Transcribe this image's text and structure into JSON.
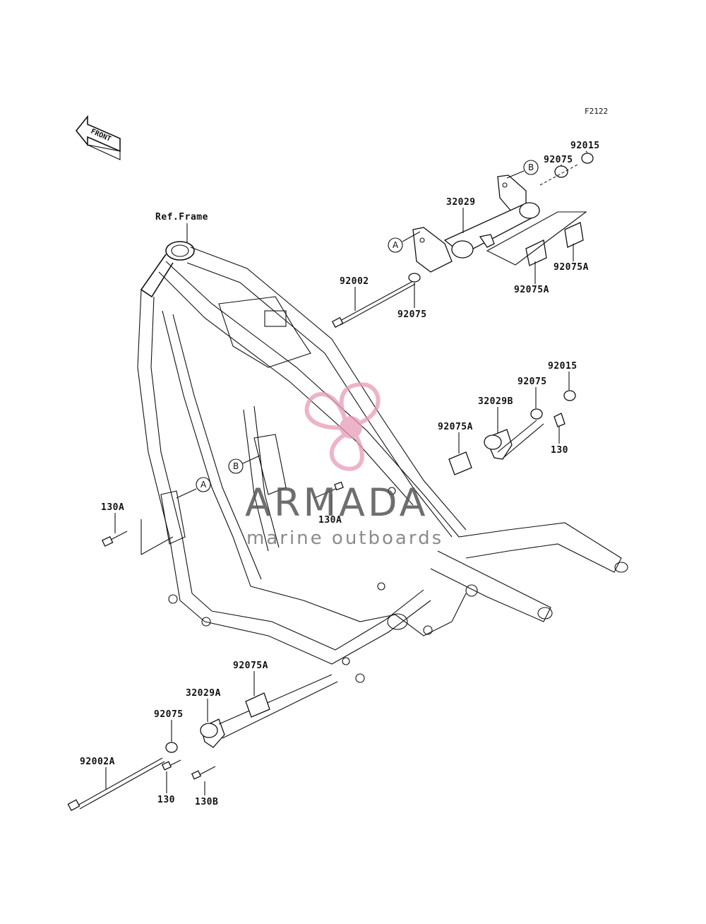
{
  "figure_code": "F2122",
  "front_indicator": "FRONT",
  "ref_label": "Ref.Frame",
  "callouts": {
    "a": "A",
    "b": "B"
  },
  "parts": {
    "p92015_top": "92015",
    "p92075_top": "92075",
    "p32029": "32029",
    "p92002": "92002",
    "p92075_mid": "92075",
    "p92075A_r1": "92075A",
    "p92075A_r2": "92075A",
    "p92015_mid": "92015",
    "p92075_mid2": "92075",
    "p32029B": "32029B",
    "p92075A_mid": "92075A",
    "p130_mid": "130",
    "p130A_left": "130A",
    "p130A_center": "130A",
    "p92075A_low": "92075A",
    "p32029A": "32029A",
    "p92075_low": "92075",
    "p92002A": "92002A",
    "p130_low": "130",
    "p130B": "130B"
  },
  "watermark": {
    "brand": "ARMADA",
    "tagline": "marine outboards",
    "color": "#e89bb8"
  }
}
